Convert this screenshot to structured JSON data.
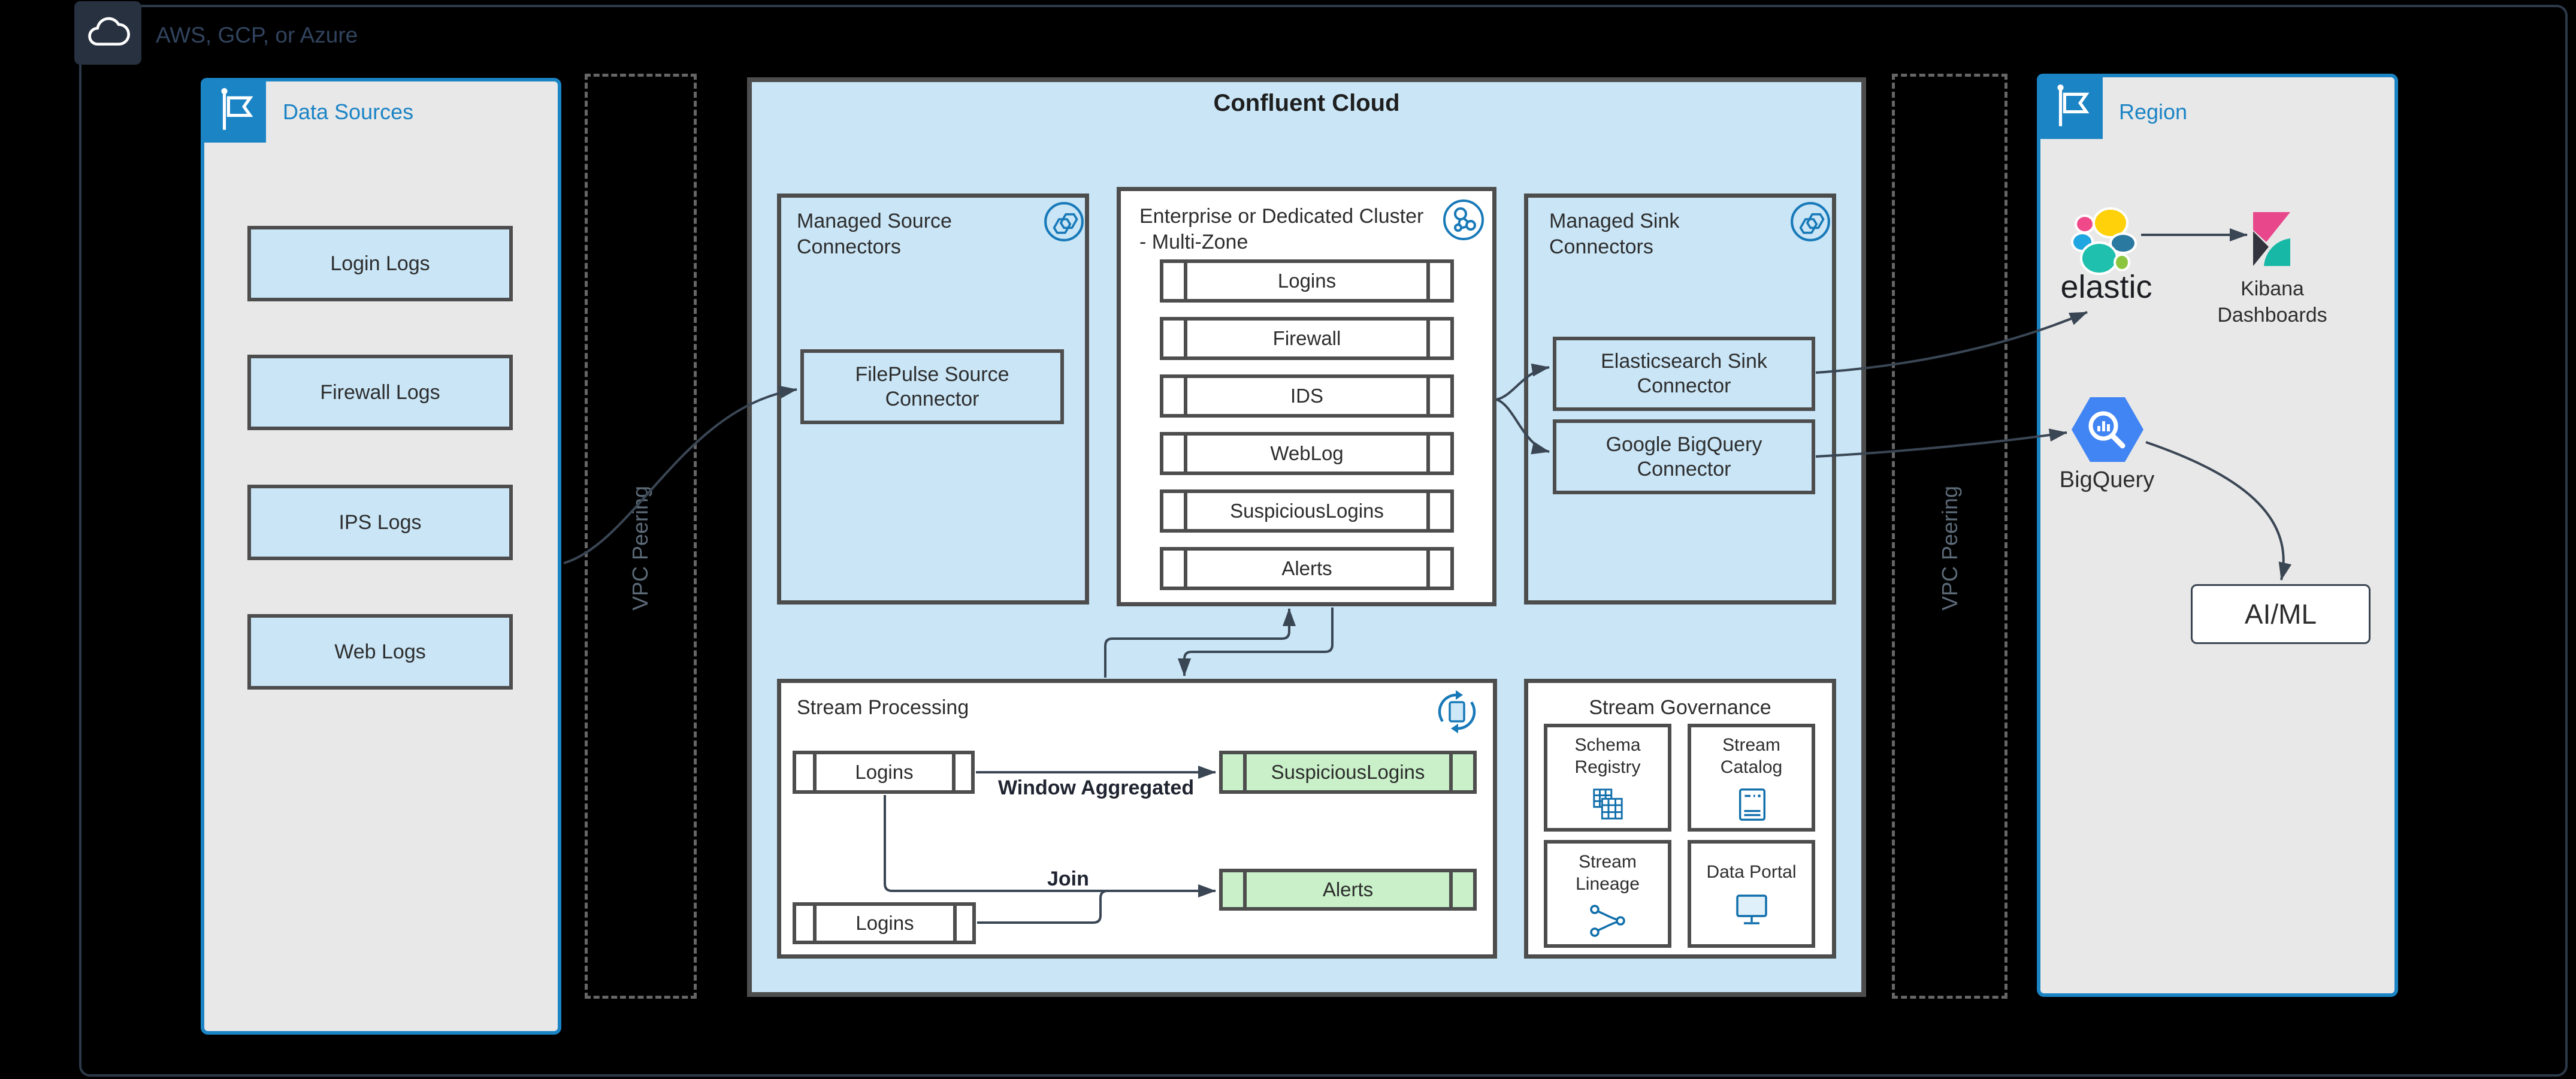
{
  "provider": {
    "label": "AWS, GCP, or Azure"
  },
  "data_sources": {
    "title": "Data Sources",
    "items": [
      "Login Logs",
      "Firewall Logs",
      "IPS Logs",
      "Web Logs"
    ]
  },
  "vpc_left": {
    "label": "VPC Peering"
  },
  "vpc_right": {
    "label": "VPC Peering"
  },
  "confluent": {
    "title": "Confluent Cloud",
    "source_connectors": {
      "title": "Managed Source Connectors",
      "connector": "FilePulse Source Connector"
    },
    "cluster": {
      "title": "Enterprise or Dedicated Cluster - Multi-Zone",
      "topics": [
        "Logins",
        "Firewall",
        "IDS",
        "WebLog",
        "SuspiciousLogins",
        "Alerts"
      ]
    },
    "sink_connectors": {
      "title": "Managed Sink Connectors",
      "elasticsearch": "Elasticsearch Sink Connector",
      "bigquery": "Google BigQuery Connector"
    },
    "stream_processing": {
      "title": "Stream Processing",
      "source_topic_1": "Logins",
      "source_topic_2": "Logins",
      "derived_topic_1": "SuspiciousLogins",
      "derived_topic_2": "Alerts",
      "edge_label_1": "Window Aggregated",
      "edge_label_2": "Join"
    },
    "stream_governance": {
      "title": "Stream Governance",
      "items": [
        "Schema Registry",
        "Stream Catalog",
        "Stream Lineage",
        "Data Portal"
      ]
    }
  },
  "region": {
    "title": "Region",
    "elastic_label": "elastic",
    "kibana_label": "Kibana Dashboards",
    "bigquery_label": "BigQuery",
    "aiml_label": "AI/ML"
  },
  "colors": {
    "accent_blue": "#1b84c5",
    "panel_gray": "#e8e8e8",
    "light_blue": "#c9e5f6",
    "topic_green": "#c9f0c9",
    "border_dark": "#4d4d4d",
    "arrow": "#3a4654",
    "provider_tile": "#27313f",
    "icon_blue": "#1779b8"
  }
}
